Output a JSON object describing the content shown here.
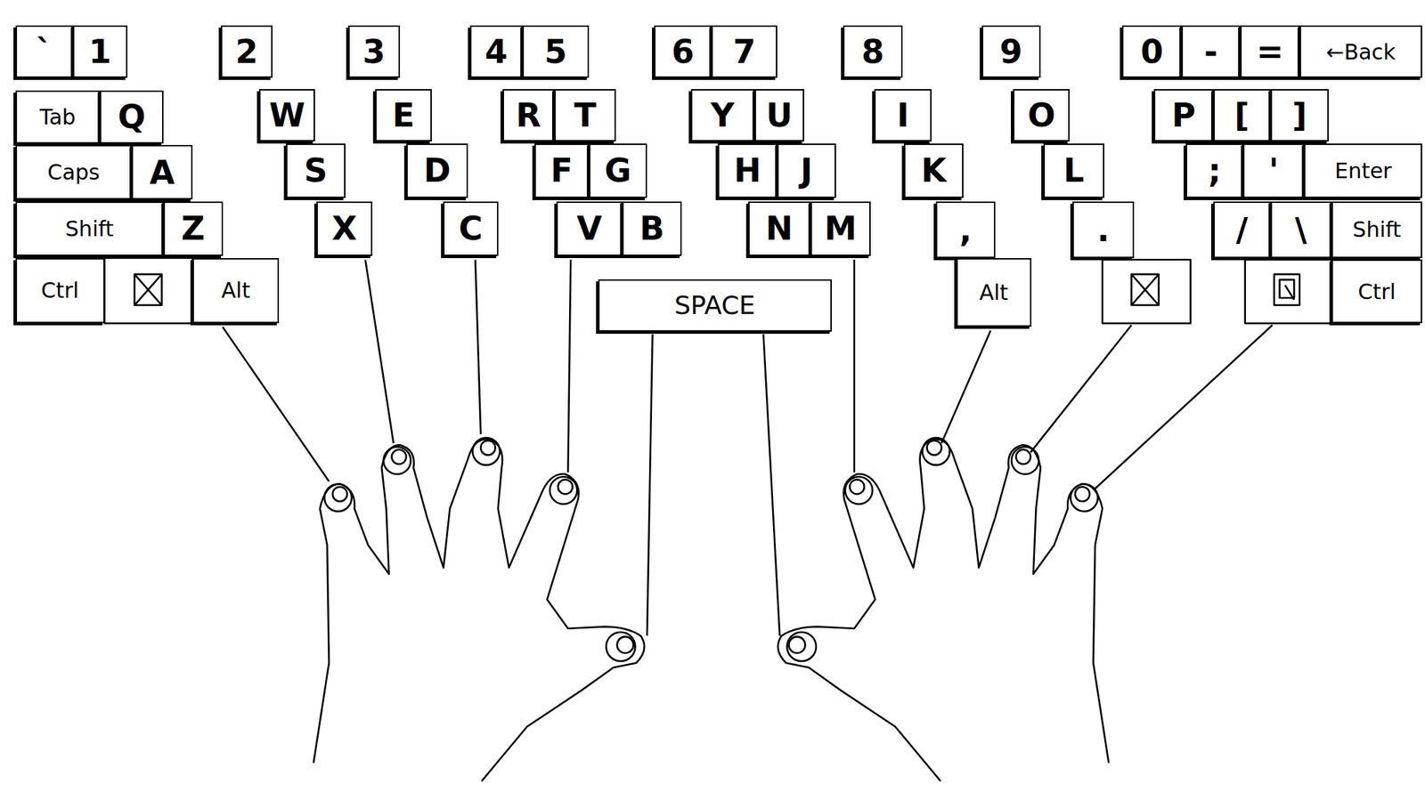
{
  "diagram": {
    "nodes": [
      {
        "text": [
          "`"
        ]
      },
      {
        "text": [
          "1"
        ]
      },
      {
        "text": [
          "Tab"
        ]
      },
      {
        "text": [
          "Q"
        ]
      },
      {
        "text": [
          "Caps"
        ]
      },
      {
        "text": [
          "A"
        ]
      },
      {
        "text": [
          "Shift"
        ]
      },
      {
        "text": [
          "Z"
        ]
      },
      {
        "text": [
          "Ctrl"
        ]
      },
      {
        "text": [
          "Alt"
        ]
      },
      {
        "text": [
          "2"
        ]
      },
      {
        "text": [
          "W"
        ]
      },
      {
        "text": [
          "S"
        ]
      },
      {
        "text": [
          "X"
        ]
      },
      {
        "text": [
          "3"
        ]
      },
      {
        "text": [
          "E"
        ]
      },
      {
        "text": [
          "D"
        ]
      },
      {
        "text": [
          "C"
        ]
      },
      {
        "text": [
          "4"
        ]
      },
      {
        "text": [
          "5"
        ]
      },
      {
        "text": [
          "R"
        ]
      },
      {
        "text": [
          "T"
        ]
      },
      {
        "text": [
          "F"
        ]
      },
      {
        "text": [
          "G"
        ]
      },
      {
        "text": [
          "V"
        ]
      },
      {
        "text": [
          "B"
        ]
      },
      {
        "text": [
          "SPACE"
        ]
      },
      {
        "text": [
          "6"
        ]
      },
      {
        "text": [
          "7"
        ]
      },
      {
        "text": [
          "Y"
        ]
      },
      {
        "text": [
          "U"
        ]
      },
      {
        "text": [
          "H"
        ]
      },
      {
        "text": [
          "J"
        ]
      },
      {
        "text": [
          "N"
        ]
      },
      {
        "text": [
          "M"
        ]
      },
      {
        "text": [
          "8"
        ]
      },
      {
        "text": [
          "I"
        ]
      },
      {
        "text": [
          "K"
        ]
      },
      {
        "text": [
          ","
        ]
      },
      {
        "text": [
          "Alt"
        ]
      },
      {
        "text": [
          "9"
        ]
      },
      {
        "text": [
          "O"
        ]
      },
      {
        "text": [
          "L"
        ]
      },
      {
        "text": [
          "."
        ]
      },
      {
        "text": [
          "0"
        ]
      },
      {
        "text": [
          "-"
        ]
      },
      {
        "text": [
          "="
        ]
      },
      {
        "text": [
          "←Back"
        ]
      },
      {
        "text": [
          "P"
        ]
      },
      {
        "text": [
          "["
        ]
      },
      {
        "text": [
          "]"
        ]
      },
      {
        "text": [
          ";"
        ]
      },
      {
        "text": [
          "'"
        ]
      },
      {
        "text": [
          "Enter"
        ]
      },
      {
        "text": [
          "/"
        ]
      },
      {
        "text": [
          "\\"
        ]
      },
      {
        "text": [
          "Shift"
        ]
      },
      {
        "text": [
          "Ctrl"
        ]
      }
    ]
  }
}
